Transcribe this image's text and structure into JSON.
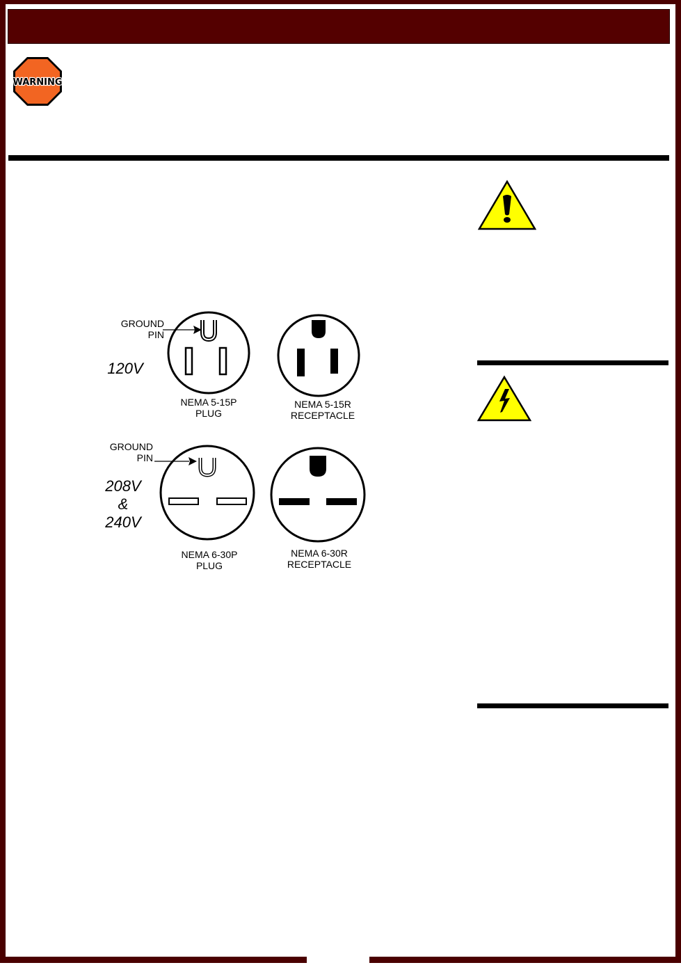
{
  "warning_sign": {
    "text": "WARNING"
  },
  "diagram": {
    "ground_pin_label_1": "GROUND",
    "ground_pin_label_2": "PIN",
    "row1": {
      "voltage": "120V",
      "plug_model": "NEMA 5-15P",
      "plug_word": "PLUG",
      "receptacle_model": "NEMA 5-15R",
      "receptacle_word": "RECEPTACLE"
    },
    "row2": {
      "voltage_a": "208V",
      "voltage_amp": "&",
      "voltage_b": "240V",
      "plug_model": "NEMA 6-30P",
      "plug_word": "PLUG",
      "receptacle_model": "NEMA 6-30R",
      "receptacle_word": "RECEPTACLE"
    }
  },
  "colors": {
    "frame": "#4a0000",
    "header_band": "#540000",
    "warning_orange": "#f26522",
    "caution_yellow": "#ffff00"
  },
  "icons": [
    "warning-octagon-icon",
    "caution-exclamation-icon",
    "electric-shock-icon"
  ]
}
